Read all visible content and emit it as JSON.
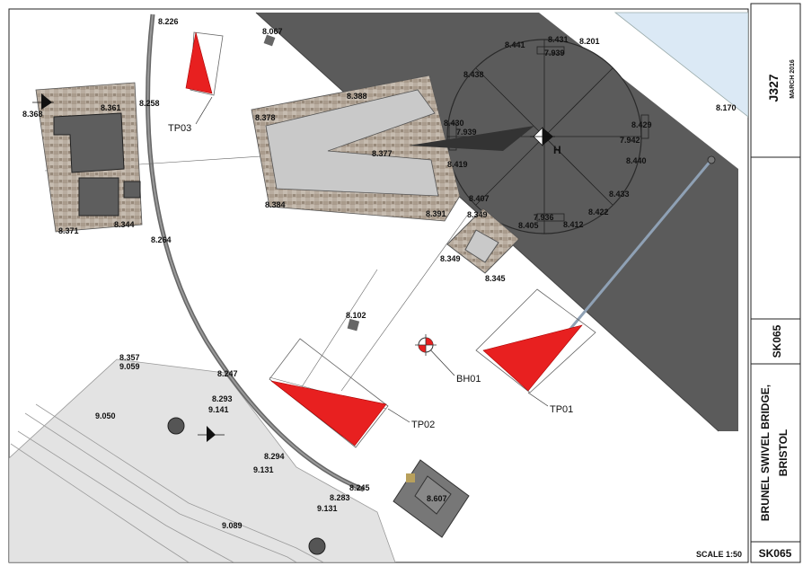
{
  "title_block": {
    "job_number": "J327",
    "date": "MARCH 2016",
    "sheet_ref": "SK065",
    "project_name_line1": "BRUNEL SWIVEL BRIDGE,",
    "project_name_line2": "BRISTOL",
    "sheet_ref_bottom": "SK065"
  },
  "scale_label": "SCALE 1:50",
  "center_marker_label": "H",
  "test_pits": [
    {
      "id": "tp01",
      "label": "TP01"
    },
    {
      "id": "tp02",
      "label": "TP02"
    },
    {
      "id": "tp03",
      "label": "TP03"
    }
  ],
  "boreholes": [
    {
      "id": "bh01",
      "label": "BH01"
    }
  ],
  "levels": [
    {
      "id": "l01",
      "value": "8.226"
    },
    {
      "id": "l02",
      "value": "8.067"
    },
    {
      "id": "l03",
      "value": "8.258"
    },
    {
      "id": "l04",
      "value": "8.361"
    },
    {
      "id": "l05",
      "value": "8.368"
    },
    {
      "id": "l06",
      "value": "8.371"
    },
    {
      "id": "l07",
      "value": "8.344"
    },
    {
      "id": "l08",
      "value": "8.264"
    },
    {
      "id": "l09",
      "value": "8.378"
    },
    {
      "id": "l10",
      "value": "8.388"
    },
    {
      "id": "l11",
      "value": "8.384"
    },
    {
      "id": "l12",
      "value": "8.377"
    },
    {
      "id": "l13",
      "value": "8.438"
    },
    {
      "id": "l14",
      "value": "8.441"
    },
    {
      "id": "l15",
      "value": "8.431"
    },
    {
      "id": "l16",
      "value": "7.939"
    },
    {
      "id": "l17",
      "value": "8.201"
    },
    {
      "id": "l18",
      "value": "8.170"
    },
    {
      "id": "l19",
      "value": "8.430"
    },
    {
      "id": "l20",
      "value": "7.939"
    },
    {
      "id": "l21",
      "value": "8.419"
    },
    {
      "id": "l22",
      "value": "8.429"
    },
    {
      "id": "l23",
      "value": "7.942"
    },
    {
      "id": "l24",
      "value": "8.440"
    },
    {
      "id": "l25",
      "value": "8.433"
    },
    {
      "id": "l26",
      "value": "8.422"
    },
    {
      "id": "l27",
      "value": "7.936"
    },
    {
      "id": "l28",
      "value": "8.405"
    },
    {
      "id": "l29",
      "value": "8.412"
    },
    {
      "id": "l30",
      "value": "8.407"
    },
    {
      "id": "l31",
      "value": "8.349"
    },
    {
      "id": "l32",
      "value": "8.391"
    },
    {
      "id": "l33",
      "value": "8.349"
    },
    {
      "id": "l34",
      "value": "8.345"
    },
    {
      "id": "l35",
      "value": "8.102"
    },
    {
      "id": "l36",
      "value": "8.357"
    },
    {
      "id": "l37",
      "value": "9.059"
    },
    {
      "id": "l38",
      "value": "8.247"
    },
    {
      "id": "l39",
      "value": "8.293"
    },
    {
      "id": "l40",
      "value": "9.141"
    },
    {
      "id": "l41",
      "value": "9.050"
    },
    {
      "id": "l42",
      "value": "8.294"
    },
    {
      "id": "l43",
      "value": "9.131"
    },
    {
      "id": "l44",
      "value": "8.245"
    },
    {
      "id": "l45",
      "value": "8.283"
    },
    {
      "id": "l46",
      "value": "9.131"
    },
    {
      "id": "l47",
      "value": "9.089"
    },
    {
      "id": "l48",
      "value": "8.607"
    }
  ],
  "colors": {
    "bridge_deck": "#5a5a5a",
    "test_pit": "#e82020",
    "water": "#dbe9f5",
    "paving": "#b8aea2",
    "quay": "#e2e2e2",
    "rail": "#7a7a7a"
  }
}
